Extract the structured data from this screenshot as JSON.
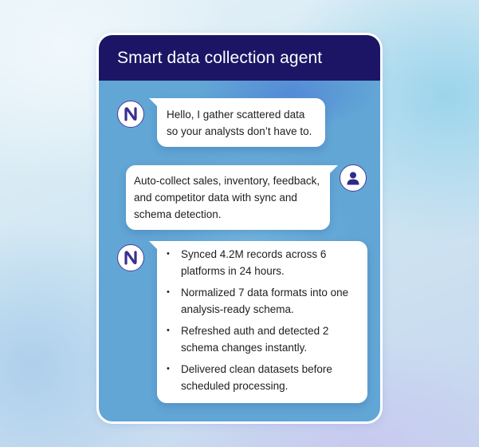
{
  "header": {
    "title": "Smart data collection agent"
  },
  "colors": {
    "header_bg": "#1c1566",
    "chat_bg": "#62a6d6",
    "bubble_bg": "#ffffff",
    "avatar_accent": "#3b2f8f"
  },
  "messages": [
    {
      "sender": "agent",
      "avatar_icon": "agent-logo-icon",
      "text": "Hello, I gather scattered data so your analysts don’t have to."
    },
    {
      "sender": "user",
      "avatar_icon": "user-icon",
      "text": "Auto-collect sales, inventory, feedback, and competitor data with sync and schema detection."
    },
    {
      "sender": "agent",
      "avatar_icon": "agent-logo-icon",
      "points": [
        "Synced 4.2M records across 6 platforms in 24 hours.",
        "Normalized 7 data formats into one analysis-ready schema.",
        "Refreshed auth and detected 2 schema changes instantly.",
        "Delivered clean datasets before scheduled processing."
      ]
    }
  ]
}
